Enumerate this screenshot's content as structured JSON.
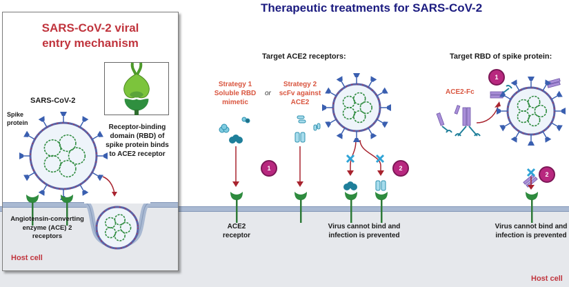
{
  "main_title": "Therapeutic treatments for SARS-CoV-2",
  "left_panel": {
    "title_line1": "SARS-CoV-2 viral",
    "title_line2": "entry mechanism",
    "virus_label": "SARS-CoV-2",
    "spike_label_line1": "Spike",
    "spike_label_line2": "protein",
    "rbd_caption": [
      "Receptor-binding",
      "domain (RBD) of",
      "spike protein binds",
      "to ACE2 receptor"
    ],
    "ace_caption": [
      "Angiotensin-converting",
      "enzyme (ACE) 2",
      "receptors"
    ],
    "host_cell_label": "Host cell"
  },
  "ace2_section": {
    "heading": "Target ACE2 receptors:",
    "strategy1": [
      "Strategy 1",
      "Soluble RBD",
      "mimetic"
    ],
    "or_label": "or",
    "strategy2": [
      "Strategy 2",
      "scFv against",
      "ACE2"
    ],
    "badge1": "1",
    "badge2": "2",
    "receptor_caption": [
      "ACE2",
      "receptor"
    ],
    "result_caption": [
      "Virus cannot bind and",
      "infection is prevented"
    ]
  },
  "rbd_section": {
    "heading": "Target RBD of spike protein:",
    "drug_label": "ACE2-Fc",
    "badge1": "1",
    "badge2": "2",
    "result_caption": [
      "Virus cannot bind and",
      "infection is prevented"
    ]
  },
  "host_cell_label": "Host cell",
  "colors": {
    "title_blue": "#1c1c80",
    "label_red": "#c0343d",
    "strategy_orange": "#d9553f",
    "badge_magenta": "#b8287f",
    "receptor_green": "#2e8b3e",
    "spike_blue": "#3a5fb0",
    "block_cyan": "#29a3c9",
    "antibody_purple": "#9b7fcf",
    "arrow_red": "#a8232e"
  }
}
